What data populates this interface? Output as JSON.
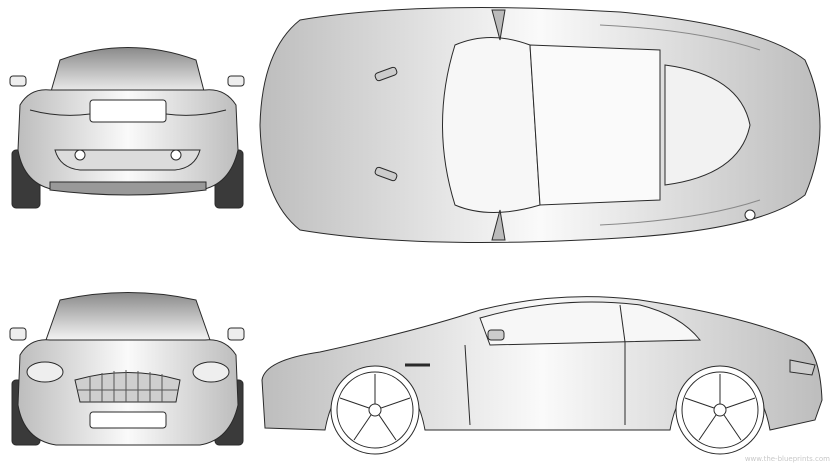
{
  "views": {
    "rear": "rear-view",
    "top": "top-view",
    "front": "front-view",
    "side": "side-view"
  },
  "watermark": "www.the-blueprints.com",
  "colors": {
    "line": "#2a2a2a",
    "body": "#f2f2f2",
    "shade": "#9a9a9a",
    "dark": "#555555",
    "tire": "#3a3a3a"
  }
}
